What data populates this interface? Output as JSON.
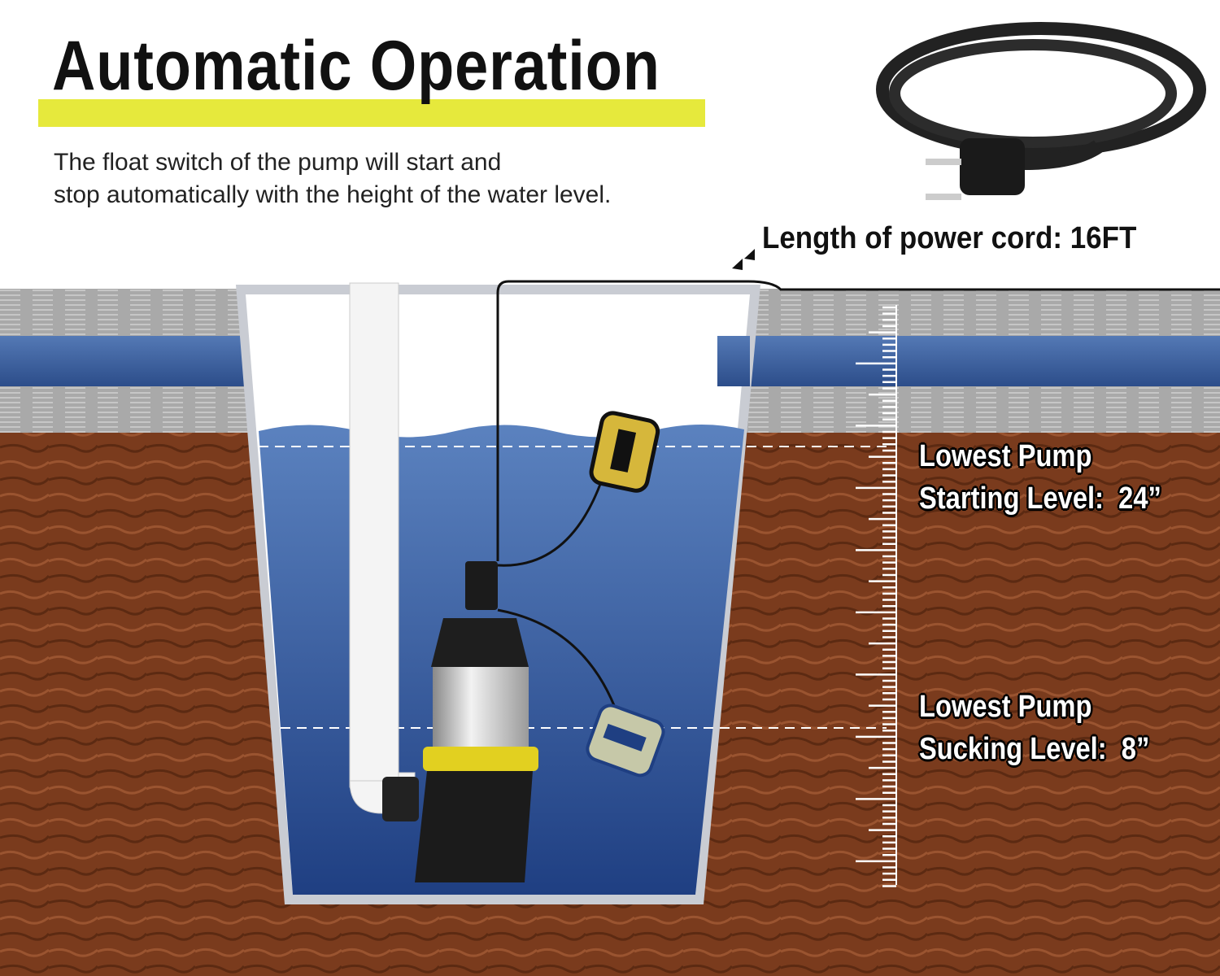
{
  "header": {
    "title": "Automatic Operation",
    "description_line1": "The float switch of the pump will start and",
    "description_line2": "stop automatically with the height of the water level."
  },
  "power_cord": {
    "label": "Length of power cord: 16FT"
  },
  "levels": [
    {
      "line1": "Lowest Pump",
      "line2": "Starting Level:  24”"
    },
    {
      "line1": "Lowest Pump",
      "line2": "Sucking Level:  8”"
    }
  ],
  "colors": {
    "accent_yellow": "#e6e93c",
    "water": "#3c64a6",
    "soil": "#7a3a1c",
    "concrete": "#a8a8a8",
    "pipe_blue": "#3f66a3"
  }
}
